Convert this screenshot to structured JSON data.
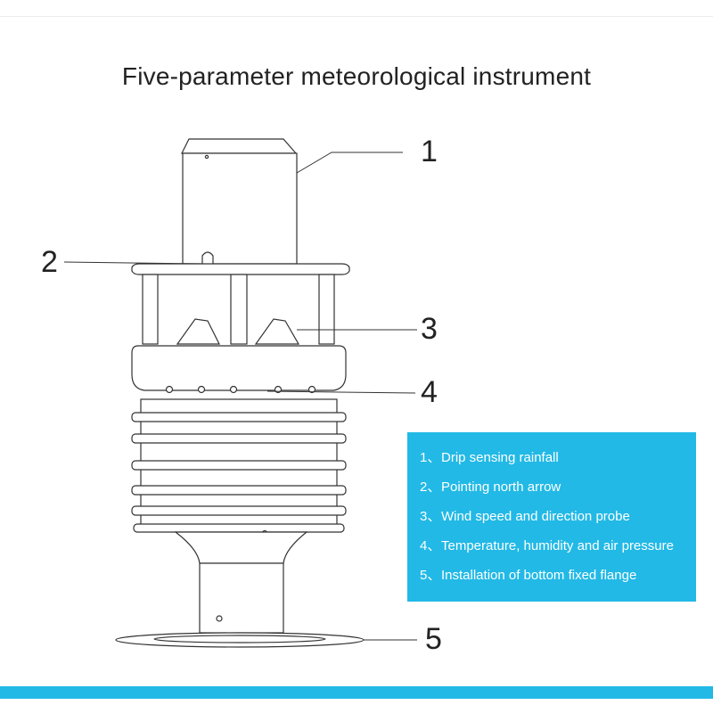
{
  "title": "Five-parameter meteorological instrument",
  "callouts": [
    "1",
    "2",
    "3",
    "4",
    "5"
  ],
  "legend": [
    {
      "num": "1、",
      "text": "Drip sensing rainfall"
    },
    {
      "num": "2、",
      "text": "Pointing north arrow"
    },
    {
      "num": "3、",
      "text": "Wind speed and direction probe"
    },
    {
      "num": "4、",
      "text": "Temperature, humidity and air pressure"
    },
    {
      "num": "5、",
      "text": "Installation of bottom fixed flange"
    }
  ],
  "colors": {
    "accent": "#22b9e6",
    "line": "#333333",
    "text": "#222222"
  }
}
